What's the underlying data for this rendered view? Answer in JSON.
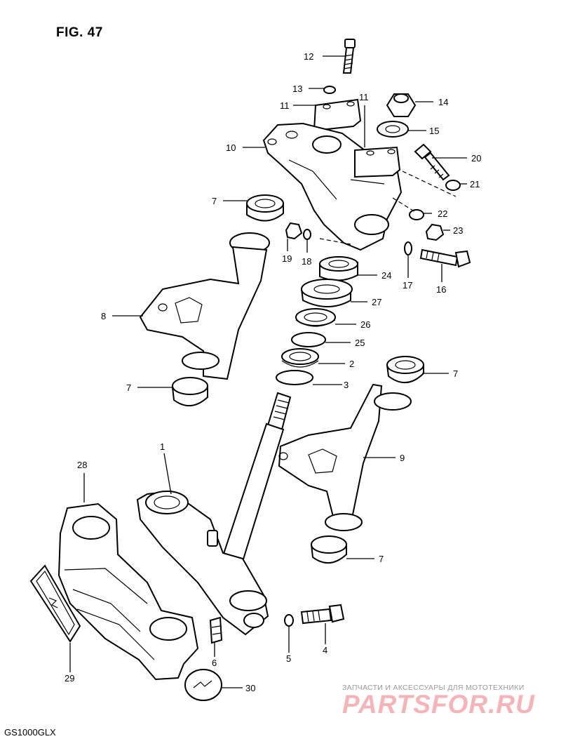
{
  "figure": {
    "title": "FIG. 47"
  },
  "model": "GS1000GLX",
  "watermark": {
    "text": "ЗАПЧАСТИ И АКСЕССУАРЫ ДЛЯ МОТОТЕХНИКИ",
    "logo": "PARTSFOR.RU"
  },
  "callouts": [
    {
      "id": "c12",
      "label": "12"
    },
    {
      "id": "c13",
      "label": "13"
    },
    {
      "id": "c11a",
      "label": "11"
    },
    {
      "id": "c11b",
      "label": "11"
    },
    {
      "id": "c14",
      "label": "14"
    },
    {
      "id": "c15",
      "label": "15"
    },
    {
      "id": "c10",
      "label": "10"
    },
    {
      "id": "c20",
      "label": "20"
    },
    {
      "id": "c21",
      "label": "21"
    },
    {
      "id": "c7a",
      "label": "7"
    },
    {
      "id": "c22",
      "label": "22"
    },
    {
      "id": "c23",
      "label": "23"
    },
    {
      "id": "c19",
      "label": "19"
    },
    {
      "id": "c18",
      "label": "18"
    },
    {
      "id": "c24",
      "label": "24"
    },
    {
      "id": "c17",
      "label": "17"
    },
    {
      "id": "c16",
      "label": "16"
    },
    {
      "id": "c8",
      "label": "8"
    },
    {
      "id": "c27",
      "label": "27"
    },
    {
      "id": "c26",
      "label": "26"
    },
    {
      "id": "c25",
      "label": "25"
    },
    {
      "id": "c2",
      "label": "2"
    },
    {
      "id": "c7b",
      "label": "7"
    },
    {
      "id": "c7c",
      "label": "7"
    },
    {
      "id": "c3",
      "label": "3"
    },
    {
      "id": "c1",
      "label": "1"
    },
    {
      "id": "c9",
      "label": "9"
    },
    {
      "id": "c28",
      "label": "28"
    },
    {
      "id": "c7d",
      "label": "7"
    },
    {
      "id": "c4",
      "label": "4"
    },
    {
      "id": "c6",
      "label": "6"
    },
    {
      "id": "c5",
      "label": "5"
    },
    {
      "id": "c29",
      "label": "29"
    },
    {
      "id": "c30",
      "label": "30"
    }
  ]
}
